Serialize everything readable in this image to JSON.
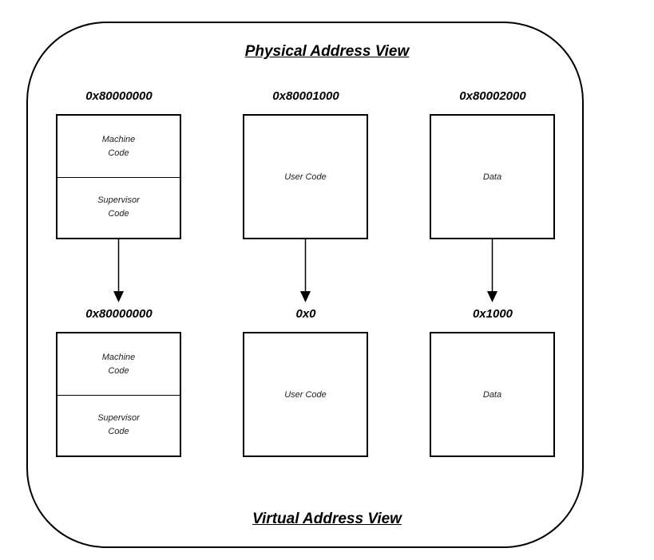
{
  "diagram": {
    "physical_title": "Physical Address View",
    "virtual_title": "Virtual Address View",
    "physical": [
      {
        "address": "0x80000000",
        "sections": [
          [
            "Machine",
            "Code"
          ],
          [
            "Supervisor",
            "Code"
          ]
        ]
      },
      {
        "address": "0x80001000",
        "label": "User Code"
      },
      {
        "address": "0x80002000",
        "label": "Data"
      }
    ],
    "virtual": [
      {
        "address": "0x80000000",
        "sections": [
          [
            "Machine",
            "Code"
          ],
          [
            "Supervisor",
            "Code"
          ]
        ]
      },
      {
        "address": "0x0",
        "label": "User Code"
      },
      {
        "address": "0x1000",
        "label": "Data"
      }
    ]
  }
}
